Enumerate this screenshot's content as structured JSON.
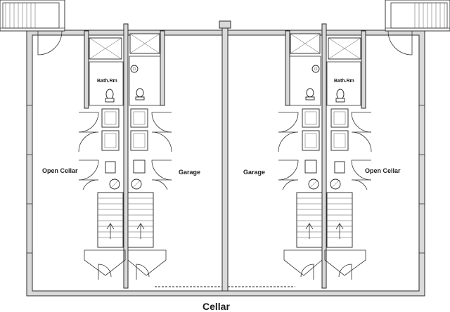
{
  "plan": {
    "title": "Cellar",
    "rooms": {
      "open_cellar_left": "Open Cellar",
      "garage_left": "Garage",
      "garage_right": "Garage",
      "open_cellar_right": "Open Cellar",
      "bath_left": "Bath.Rm",
      "bath_right": "Bath.Rm"
    }
  }
}
